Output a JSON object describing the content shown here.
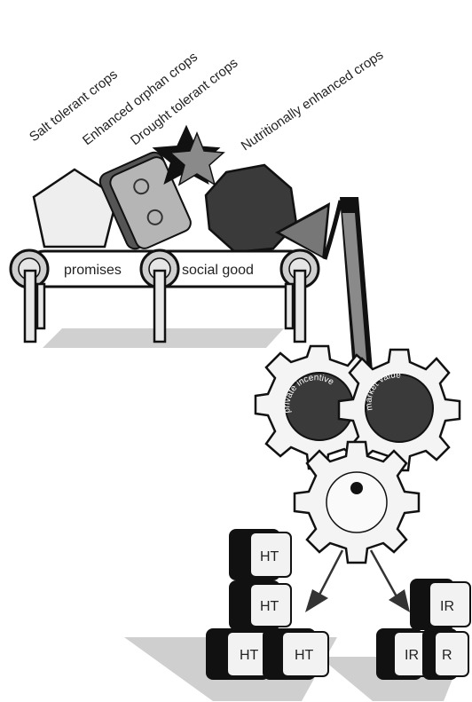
{
  "crop_labels": {
    "salt": "Salt tolerant crops",
    "orphan": "Enhanced orphan crops",
    "drought": "Drought tolerant crops",
    "nutrition": "Nutritionally enhanced crops"
  },
  "belt_labels": {
    "left": "promises",
    "right": "social good"
  },
  "gear_labels": {
    "left": "private incentive",
    "right": "market value"
  },
  "blocks": {
    "left_stack": [
      "HT",
      "HT",
      "HT",
      "HT"
    ],
    "right_stack": [
      "IR",
      "IR",
      "R"
    ]
  },
  "colors": {
    "ink": "#111111",
    "dark_fill": "#3a3a3a",
    "mid_fill": "#8a8a8a",
    "light_fill": "#d9d9d9",
    "pale_fill": "#eeeeee",
    "shadow": "#d0d0d0"
  }
}
